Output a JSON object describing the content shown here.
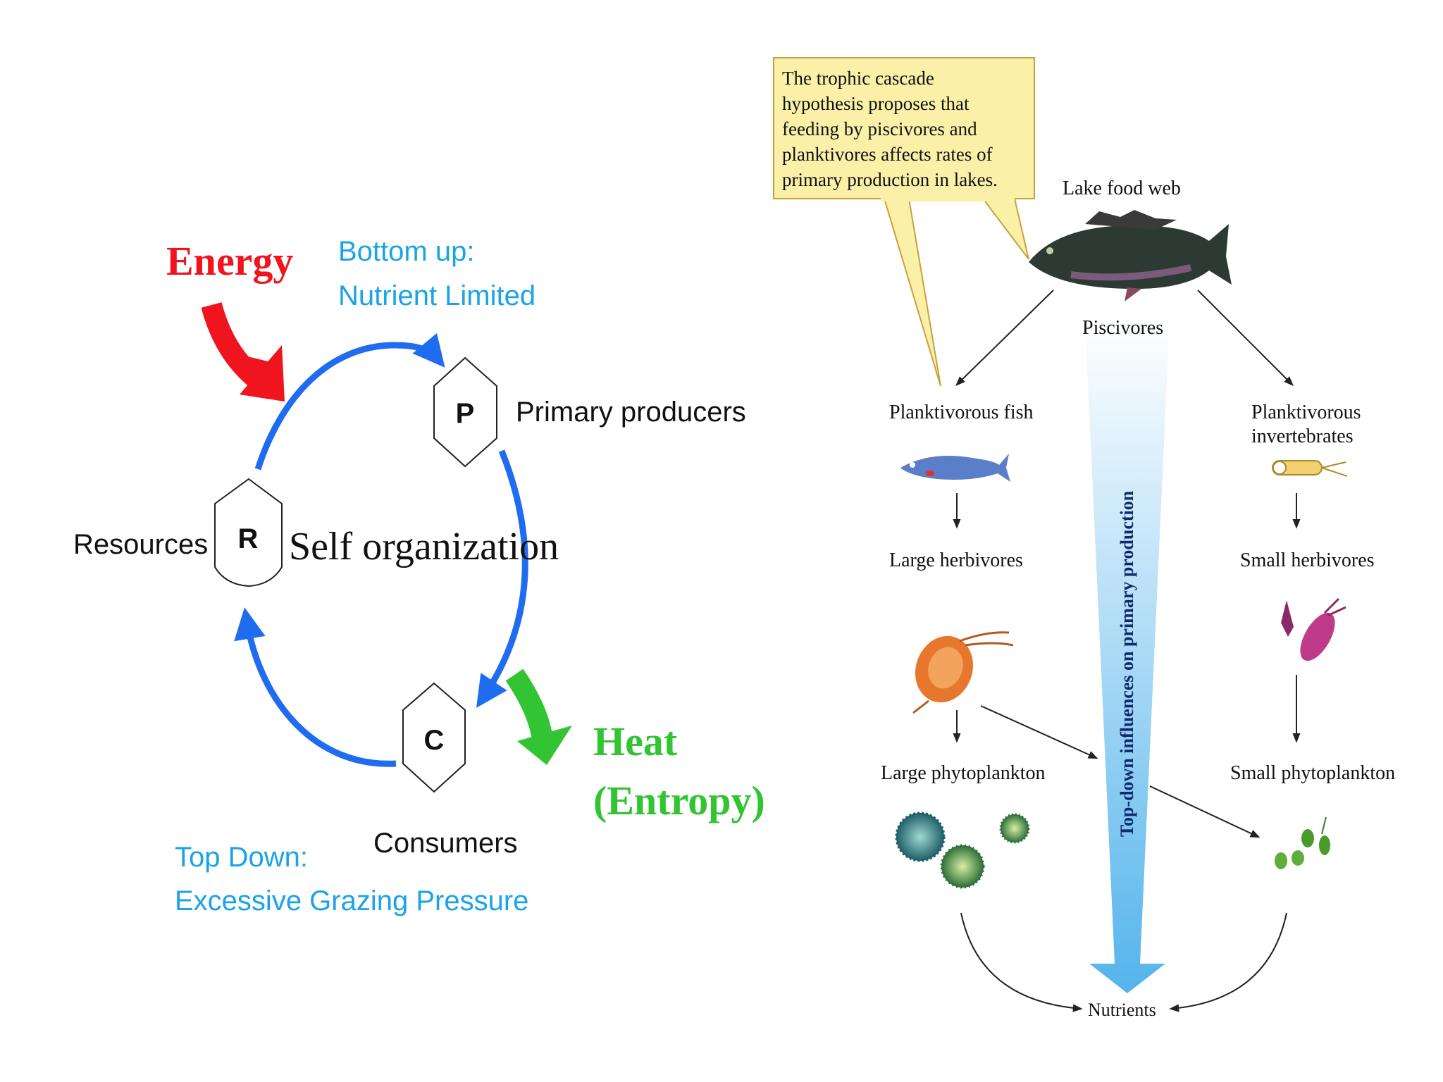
{
  "colors": {
    "energy": "#f0141e",
    "cycle_arrow": "#1f6cf0",
    "blue_text": "#1aa3e8",
    "heat": "#33c433",
    "callout_fill": "#fbf0a8",
    "callout_stroke": "#c9a13c",
    "gradient_top": "#ffffff",
    "gradient_bottom": "#54b4ec",
    "fish": "#2c3a33"
  },
  "left": {
    "energy": "Energy",
    "bottom_up_1": "Bottom up:",
    "bottom_up_2": "Nutrient Limited",
    "nodes": {
      "p": "P",
      "r": "R",
      "c": "C"
    },
    "primary_producers": "Primary producers",
    "resources": "Resources",
    "self_organization": "Self organization",
    "consumers": "Consumers",
    "heat_1": "Heat",
    "heat_2": "(Entropy)",
    "top_down_1": "Top Down:",
    "top_down_2": "Excessive Grazing Pressure"
  },
  "right": {
    "callout": [
      "The trophic cascade",
      "hypothesis proposes that",
      "feeding by piscivores and",
      "planktivores affects rates of",
      "primary production in lakes."
    ],
    "lake_food_web": "Lake food web",
    "piscivores": "Piscivores",
    "planktivorous_fish": "Planktivorous fish",
    "planktivorous_invertebrates_1": "Planktivorous",
    "planktivorous_invertebrates_2": "invertebrates",
    "large_herbivores": "Large herbivores",
    "small_herbivores": "Small herbivores",
    "large_phytoplankton": "Large phytoplankton",
    "small_phytoplankton": "Small phytoplankton",
    "nutrients": "Nutrients",
    "top_down_influences": "Top-down influences on primary production"
  },
  "icons": [
    "energy-arrow-icon",
    "heat-arrow-icon",
    "piscivore-fish-icon",
    "planktivorous-fish-icon",
    "planktivorous-invertebrate-icon",
    "daphnia-icon",
    "small-herbivore-icon",
    "large-phytoplankton-icon",
    "small-phytoplankton-icon"
  ]
}
